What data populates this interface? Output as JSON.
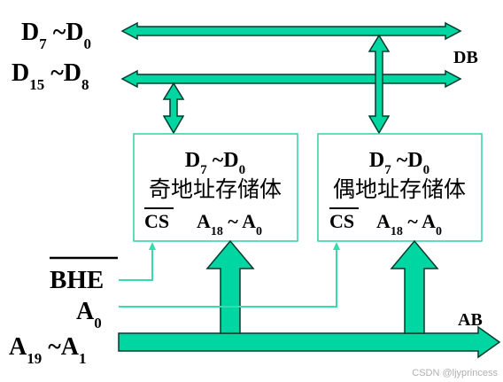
{
  "bus_labels": {
    "db": "DB",
    "ab": "AB",
    "d_low": {
      "base1": "D",
      "sub1": "7",
      "sep": " ~",
      "base2": "D",
      "sub2": "0"
    },
    "d_high": {
      "base1": "D",
      "sub1": "15",
      "sep": " ~",
      "base2": "D",
      "sub2": "8"
    },
    "addr": {
      "base1": "A",
      "sub1": "19",
      "sep": " ~",
      "base2": "A",
      "sub2": "1"
    }
  },
  "signals": {
    "bhe": "BHE",
    "a0": {
      "base": "A",
      "sub": "0"
    }
  },
  "banks": [
    {
      "data": {
        "base1": "D",
        "sub1": "7",
        "sep": " ~",
        "base2": "D",
        "sub2": "0"
      },
      "name": "奇地址存储体",
      "cs": "CS",
      "addr": {
        "base1": "A",
        "sub1": "18",
        "sep": " ~ ",
        "base2": "A",
        "sub2": "0"
      }
    },
    {
      "data": {
        "base1": "D",
        "sub1": "7",
        "sep": " ~",
        "base2": "D",
        "sub2": "0"
      },
      "name": "偶地址存储体",
      "cs": "CS",
      "addr": {
        "base1": "A",
        "sub1": "18",
        "sep": " ~ ",
        "base2": "A",
        "sub2": "0"
      }
    }
  ],
  "watermark": "CSDN @ljyprincess",
  "colors": {
    "bus_fill": "#00d6a2",
    "bus_stroke": "#003a2c",
    "box_border": "#2fd3a5",
    "thin_line": "#35dcae"
  }
}
